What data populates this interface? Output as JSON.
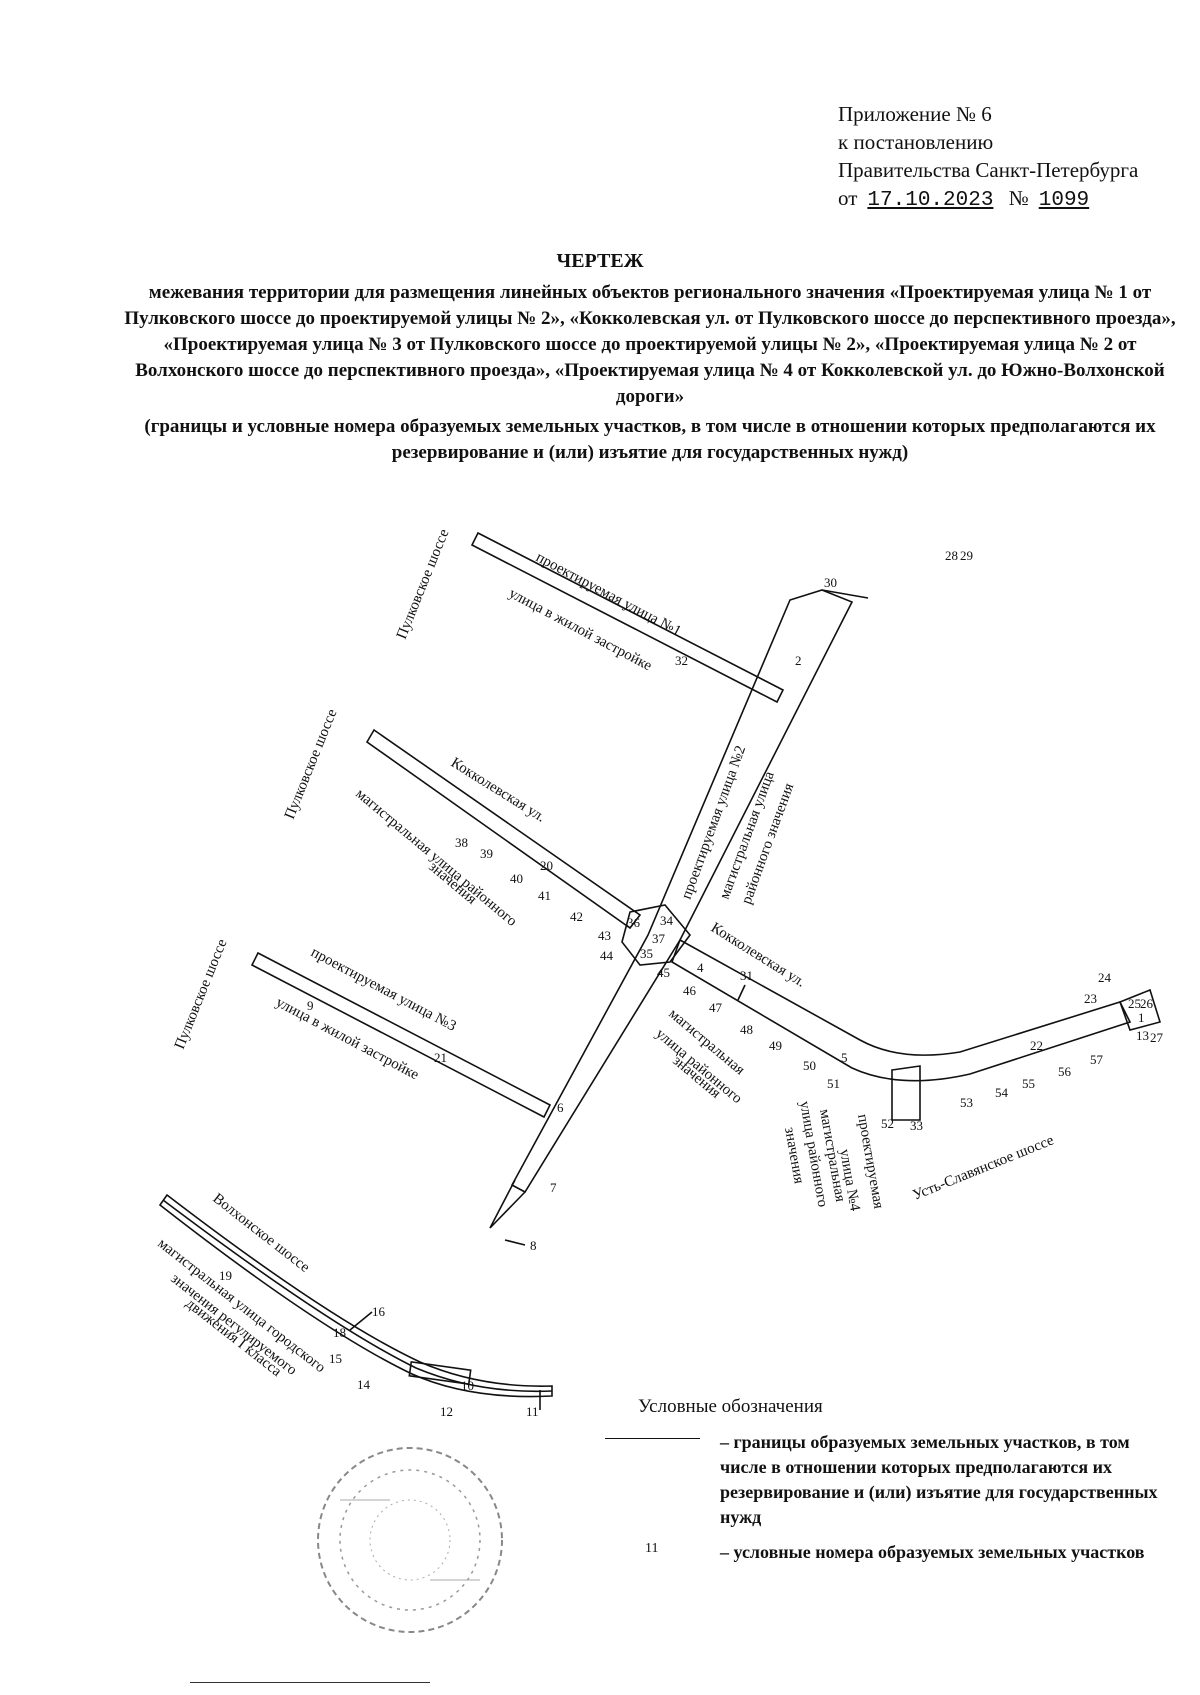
{
  "appendix": {
    "line1": "Приложение № 6",
    "line2": "к постановлению",
    "line3": "Правительства Санкт-Петербурга",
    "date_prefix": "от",
    "date": "17.10.2023",
    "number_prefix": "№",
    "number": "1099"
  },
  "title": "ЧЕРТЕЖ",
  "description": "межевания территории для размещения линейных объектов регионального значения «Проектируемая улица № 1 от Пулковского шоссе до проектируемой улицы № 2», «Кокколевская ул. от Пулковского шоссе до перспективного проезда», «Проектируемая улица № 3 от Пулковского шоссе до проектируемой улицы № 2», «Проектируемая улица № 2 от Волхонского шоссе до перспективного проезда», «Проектируемая улица № 4 от Кокколевской ул. до Южно-Волхонской дороги»",
  "note": "(границы и условные номера образуемых земельных участков, в том числе в отношении которых предполагаются их резервирование и (или) изъятие для государственных нужд)",
  "map": {
    "labels": {
      "pulkovo_1": "Пулковское шоссе",
      "pulkovo_2": "Пулковское шоссе",
      "pulkovo_3": "Пулковское шоссе",
      "street1_a": "проектируемая улица №1",
      "street1_b": "улица в жилой застройке",
      "street2": "проектируемая улица №2",
      "street2_cls_a": "магистральная улица",
      "street2_cls_b": "районного значения",
      "kokk_west": "Кокколевская ул.",
      "kokk_west_cls_a": "магистральная улица районного",
      "kokk_west_cls_b": "значения",
      "kokk_east": "Кокколевская ул.",
      "kokk_east_cls_a": "магистральная",
      "kokk_east_cls_b": "улица районного",
      "kokk_east_cls_c": "значения",
      "street3_a": "проектируемая улица №3",
      "street3_b": "улица в жилой застройке",
      "street4_a": "проектируемая",
      "street4_b": "улица №4",
      "street4_c": "магистральная",
      "street4_d": "улица районного",
      "street4_e": "значения",
      "ust_slav": "Усть-Славянское шоссе",
      "volkhon": "Волхонское шоссе",
      "volkhon_cls_a": "магистральная улица городского",
      "volkhon_cls_b": "значения регулируемого",
      "volkhon_cls_c": "движения I класса"
    },
    "parcels": [
      "1",
      "2",
      "4",
      "5",
      "6",
      "7",
      "8",
      "9",
      "10",
      "11",
      "12",
      "13",
      "14",
      "15",
      "16",
      "18",
      "19",
      "20",
      "21",
      "22",
      "23",
      "24",
      "25",
      "26",
      "27",
      "28",
      "29",
      "30",
      "31",
      "32",
      "33",
      "34",
      "35",
      "36",
      "37",
      "38",
      "39",
      "40",
      "41",
      "42",
      "43",
      "44",
      "45",
      "46",
      "47",
      "48",
      "49",
      "50",
      "51",
      "52",
      "53",
      "54",
      "55",
      "56",
      "57"
    ]
  },
  "legend": {
    "title": "Условные обозначения",
    "item1": "– границы образуемых земельных участков, в том числе в отношении которых предполагаются их резервирование и (или) изъятие для государственных нужд",
    "item2_num": "11",
    "item2": "– условные номера образуемых земельных участков"
  }
}
